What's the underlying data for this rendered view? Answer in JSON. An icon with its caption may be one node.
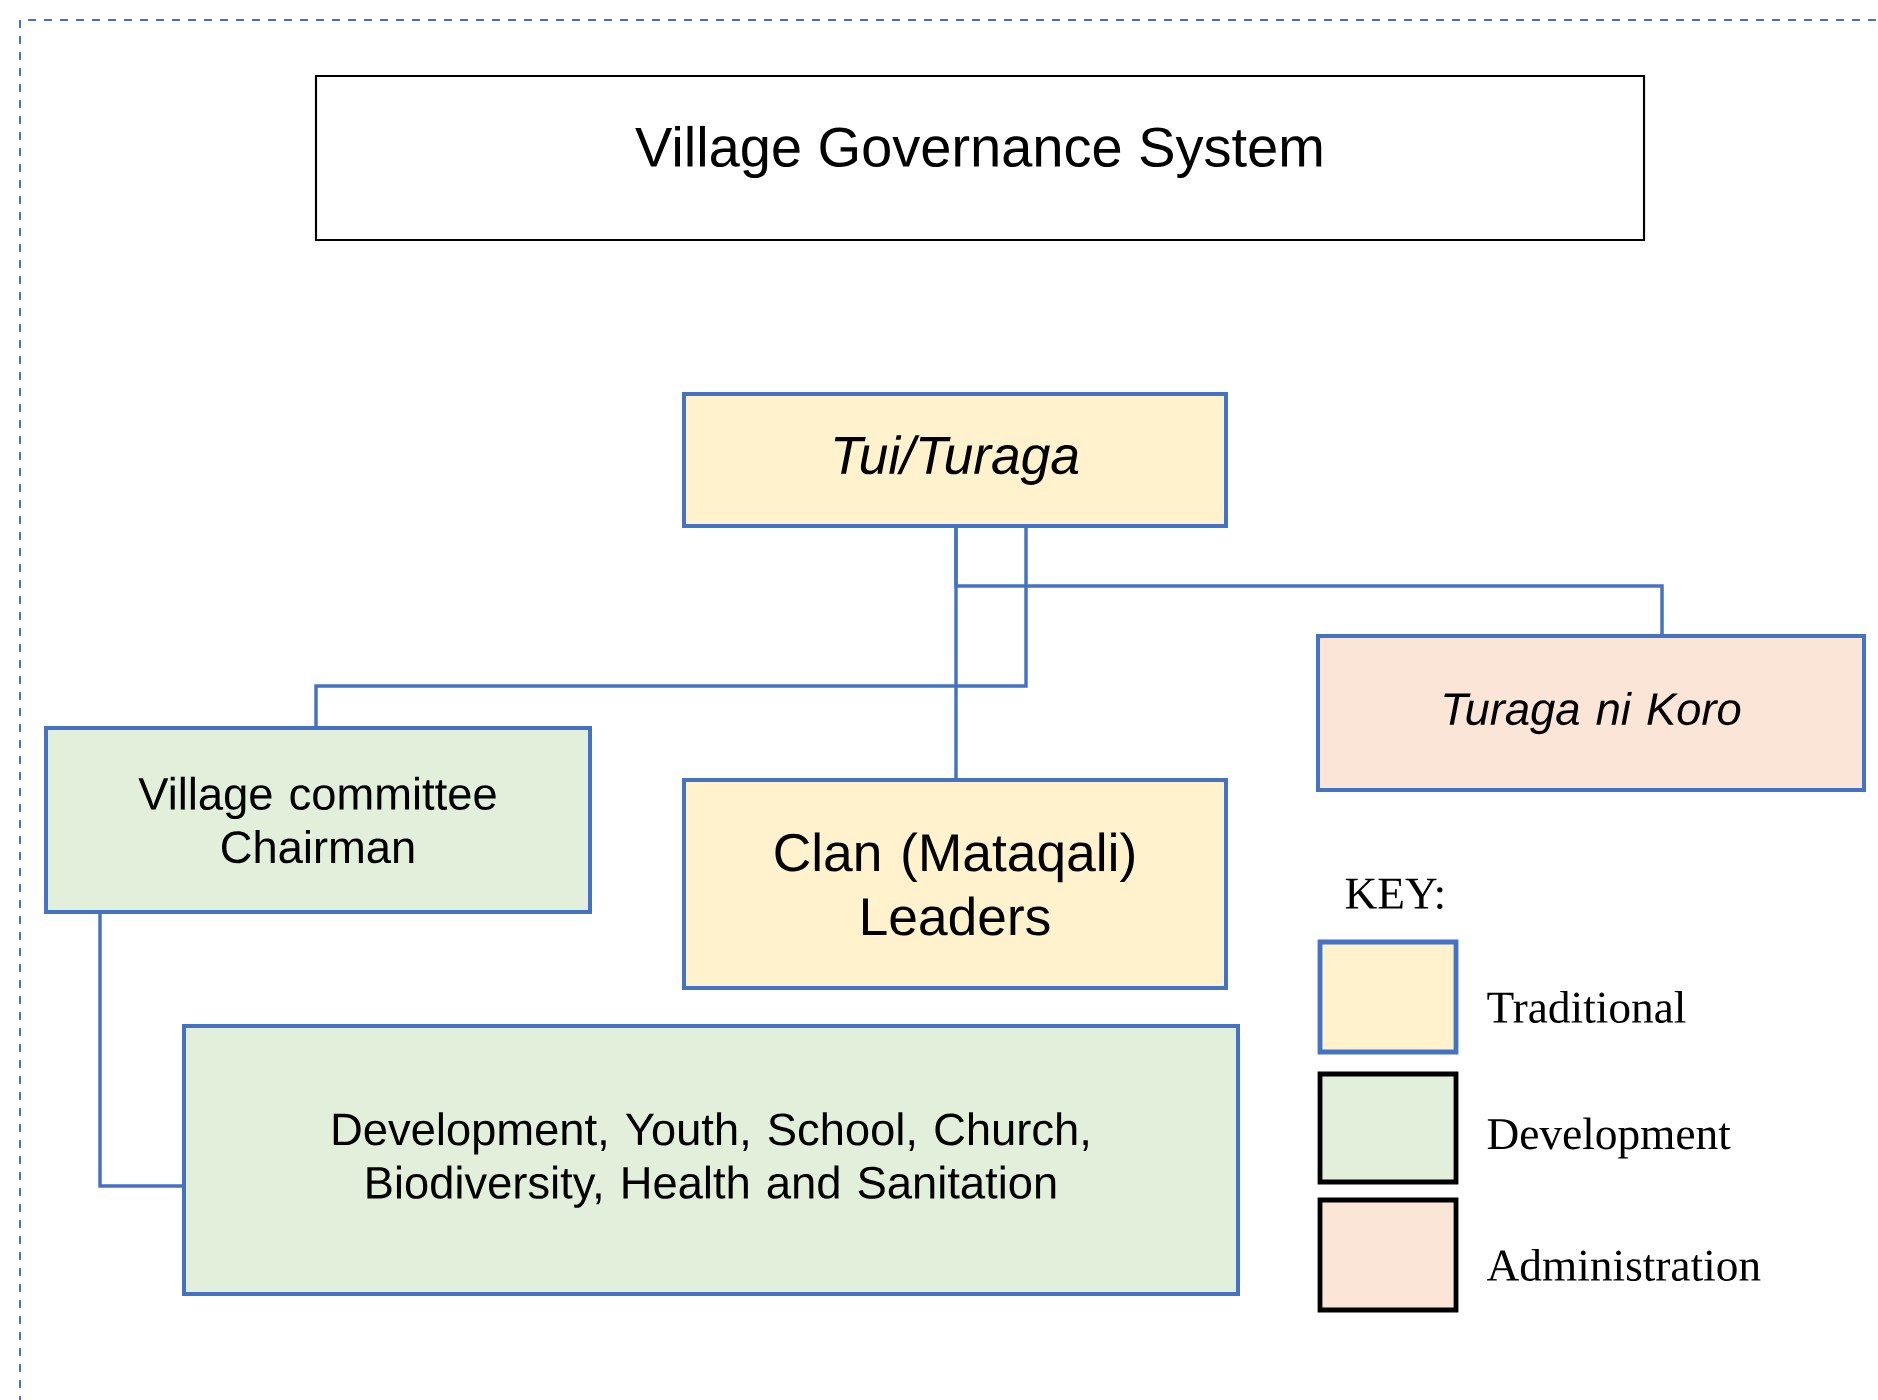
{
  "diagram": {
    "title": "Village Governance System",
    "nodes": [
      {
        "text": [
          "Tui/Turaga"
        ]
      },
      {
        "text": [
          "Turaga ni Koro"
        ]
      },
      {
        "text": [
          "Village committee Chairman"
        ]
      },
      {
        "text": [
          "Clan (Mataqali) Leaders"
        ]
      },
      {
        "text": [
          "Development, Youth, School, Church, Biodiversity, Health and Sanitation"
        ]
      }
    ],
    "edges": [
      {
        "from": 0,
        "to": 1,
        "arrow": "none"
      },
      {
        "from": 0,
        "to": 2,
        "arrow": "none"
      },
      {
        "from": 0,
        "to": 3,
        "arrow": "none"
      },
      {
        "from": 2,
        "to": 4,
        "arrow": "none"
      }
    ],
    "labels": [
      "KEY:"
    ],
    "legend": [
      {
        "text": "Traditional",
        "color": "#fff2cc"
      },
      {
        "text": "Development",
        "color": "#e2efda"
      },
      {
        "text": "Administration",
        "color": "#fbe5d6"
      }
    ]
  }
}
